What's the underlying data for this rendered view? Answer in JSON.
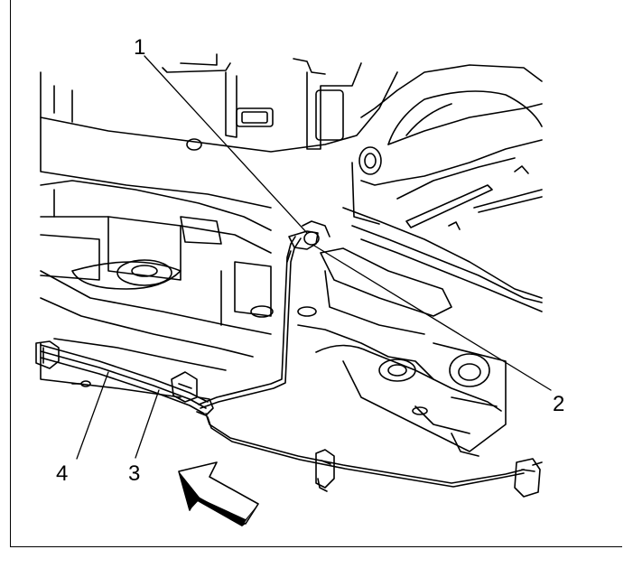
{
  "figure": {
    "callouts": [
      {
        "id": "1",
        "label": "1"
      },
      {
        "id": "2",
        "label": "2"
      },
      {
        "id": "3",
        "label": "3"
      },
      {
        "id": "4",
        "label": "4"
      }
    ],
    "direction_arrow": {
      "icon": "forward-arrow-icon"
    },
    "colors": {
      "line": "#000000",
      "background": "#ffffff"
    }
  }
}
